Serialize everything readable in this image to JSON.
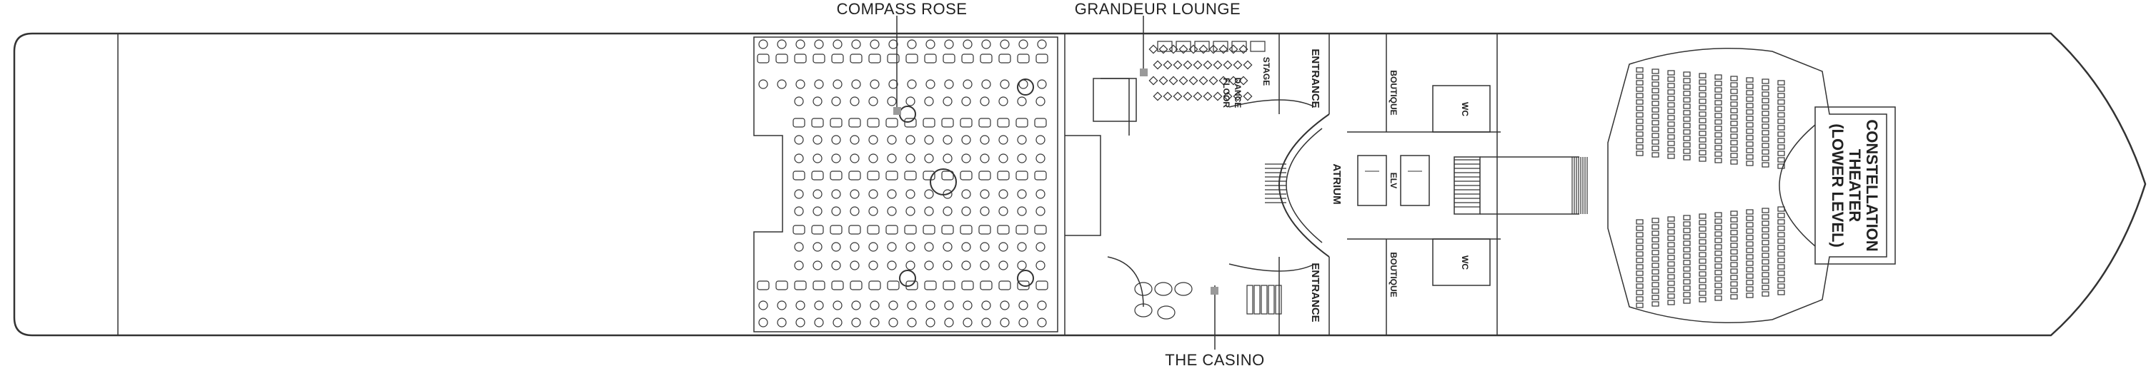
{
  "venues": {
    "compass_rose": "COMPASS ROSE",
    "grandeur_lounge": "GRANDEUR  LOUNGE",
    "the_casino": "THE CASINO"
  },
  "areas": {
    "stage": "STAGE",
    "dance_floor_1": "DANCE",
    "dance_floor_2": "FLOOR",
    "entrance_top": "ENTRANCE",
    "entrance_bottom": "ENTRANCE",
    "atrium": "ATRIUM",
    "elv": "ELV",
    "boutique_top": "BOUTIQUE",
    "boutique_bottom": "BOUTIQUE",
    "wc_top": "WC",
    "wc_bottom": "WC",
    "theater_line1": "CONSTELLATION",
    "theater_line2": "THEATER",
    "theater_line3": "(LOWER LEVEL)"
  },
  "colors": {
    "line": "#333333",
    "marker": "#9a9a9a",
    "background": "#ffffff"
  }
}
